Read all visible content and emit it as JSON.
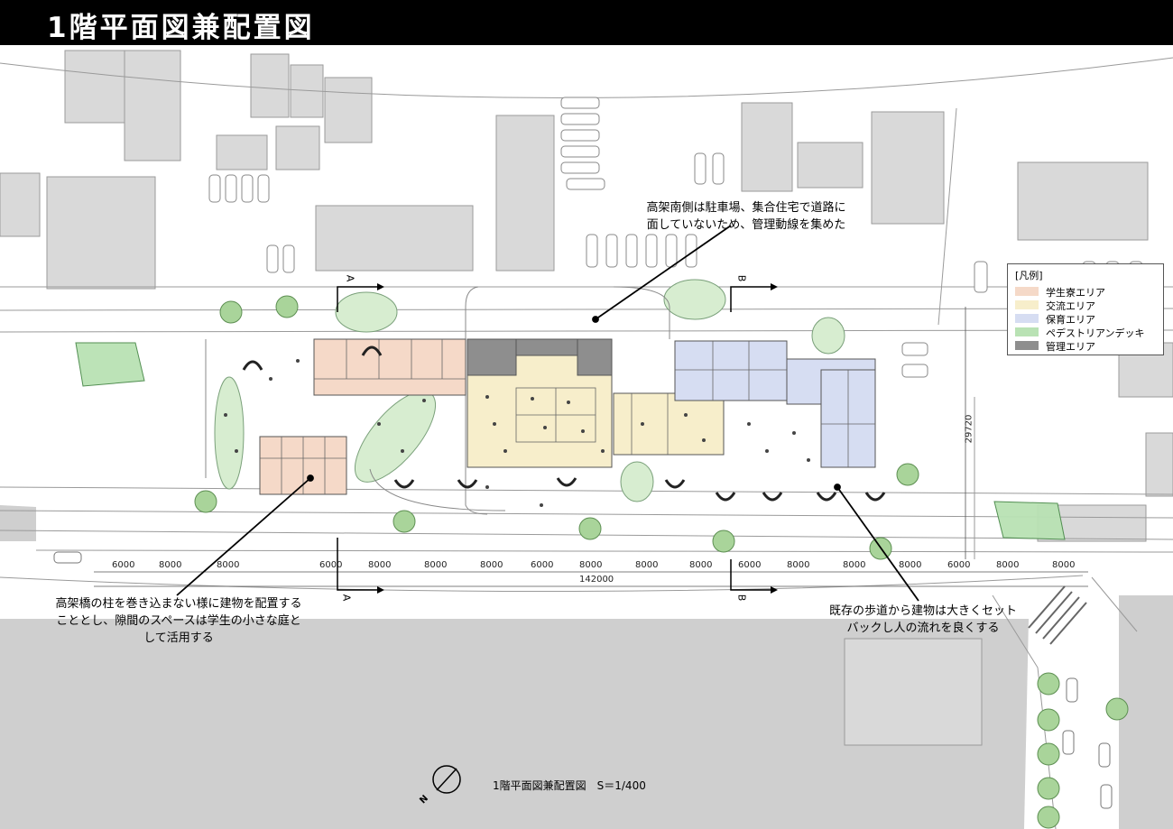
{
  "title": "1階平面図兼配置図",
  "notes": {
    "south": [
      "高架南側は駐車場、集合住宅で道路に",
      "面していないため、管理動線を集めた"
    ],
    "columns": [
      "高架橋の柱を巻き込まない様に建物を配置する",
      "こととし、隙間のスペースは学生の小さな庭と",
      "して活用する"
    ],
    "setback": [
      "既存の歩道から建物は大きくセット",
      "バックし人の流れを良くする"
    ]
  },
  "legend": {
    "title": "[凡例]",
    "items": [
      {
        "label": "学生寮エリア",
        "color": "#f5d9c8"
      },
      {
        "label": "交流エリア",
        "color": "#f7eecb"
      },
      {
        "label": "保育エリア",
        "color": "#d6ddf2"
      },
      {
        "label": "ペデストリアンデッキ",
        "color": "#b9e2b4"
      },
      {
        "label": "管理エリア",
        "color": "#8e8e8e"
      }
    ]
  },
  "dimensions": {
    "spans": [
      "6000",
      "8000",
      "8000",
      "6000",
      "8000",
      "8000",
      "8000",
      "6000",
      "8000",
      "8000",
      "8000",
      "6000",
      "8000",
      "8000",
      "8000",
      "6000",
      "8000",
      "8000"
    ],
    "total": "142000",
    "side": "29720"
  },
  "section_marks": {
    "a": "A",
    "b": "B"
  },
  "scale_caption": "1階平面図兼配置図　S＝1/400",
  "north_label": "N",
  "colors": {
    "title_bar": "#000000",
    "dorm": "#f5d9c8",
    "exchange": "#f7eecb",
    "nursery": "#d6ddf2",
    "deck": "#b9e2b4",
    "admin": "#8e8e8e",
    "context_building": "#d9d9d9",
    "ground_gray": "#cfcfcf"
  }
}
